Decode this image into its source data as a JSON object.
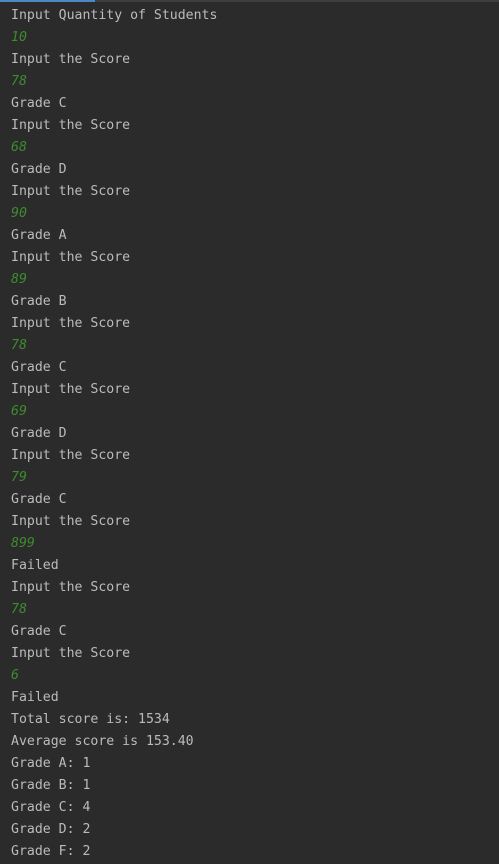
{
  "colors": {
    "background": "#2b2b2b",
    "output_text": "#bbbbbb",
    "user_input_text": "#3d8c2e"
  },
  "console": {
    "lines": [
      {
        "kind": "output",
        "text": "Input Quantity of Students"
      },
      {
        "kind": "input",
        "text": "10"
      },
      {
        "kind": "output",
        "text": "Input the Score"
      },
      {
        "kind": "input",
        "text": "78"
      },
      {
        "kind": "output",
        "text": "Grade C"
      },
      {
        "kind": "output",
        "text": "Input the Score"
      },
      {
        "kind": "input",
        "text": "68"
      },
      {
        "kind": "output",
        "text": "Grade D"
      },
      {
        "kind": "output",
        "text": "Input the Score"
      },
      {
        "kind": "input",
        "text": "90"
      },
      {
        "kind": "output",
        "text": "Grade A"
      },
      {
        "kind": "output",
        "text": "Input the Score"
      },
      {
        "kind": "input",
        "text": "89"
      },
      {
        "kind": "output",
        "text": "Grade B"
      },
      {
        "kind": "output",
        "text": "Input the Score"
      },
      {
        "kind": "input",
        "text": "78"
      },
      {
        "kind": "output",
        "text": "Grade C"
      },
      {
        "kind": "output",
        "text": "Input the Score"
      },
      {
        "kind": "input",
        "text": "69"
      },
      {
        "kind": "output",
        "text": "Grade D"
      },
      {
        "kind": "output",
        "text": "Input the Score"
      },
      {
        "kind": "input",
        "text": "79"
      },
      {
        "kind": "output",
        "text": "Grade C"
      },
      {
        "kind": "output",
        "text": "Input the Score"
      },
      {
        "kind": "input",
        "text": "899"
      },
      {
        "kind": "output",
        "text": "Failed"
      },
      {
        "kind": "output",
        "text": "Input the Score"
      },
      {
        "kind": "input",
        "text": "78"
      },
      {
        "kind": "output",
        "text": "Grade C"
      },
      {
        "kind": "output",
        "text": "Input the Score"
      },
      {
        "kind": "input",
        "text": "6"
      },
      {
        "kind": "output",
        "text": "Failed"
      },
      {
        "kind": "output",
        "text": "Total score is: 1534"
      },
      {
        "kind": "output",
        "text": "Average score is 153.40"
      },
      {
        "kind": "output",
        "text": "Grade A: 1"
      },
      {
        "kind": "output",
        "text": "Grade B: 1"
      },
      {
        "kind": "output",
        "text": "Grade C: 4"
      },
      {
        "kind": "output",
        "text": "Grade D: 2"
      },
      {
        "kind": "output",
        "text": "Grade F: 2"
      }
    ]
  }
}
